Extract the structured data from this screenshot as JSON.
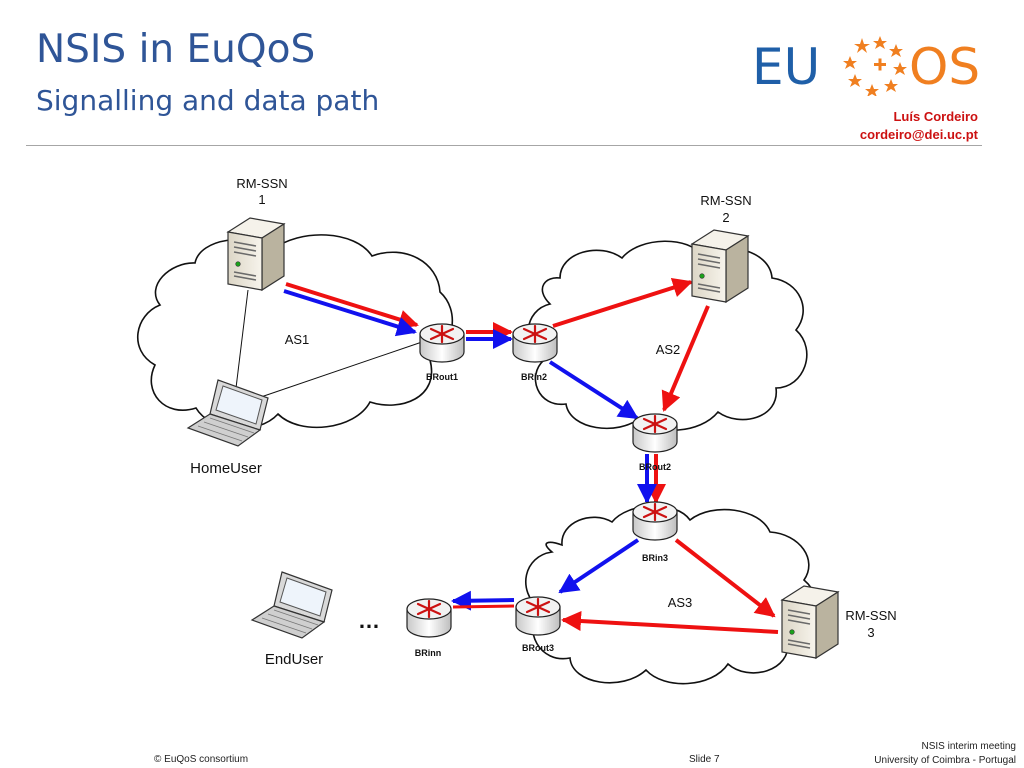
{
  "slide": {
    "title": "NSIS in EuQoS",
    "subtitle": "Signalling and data path",
    "logo_text_left": "EU",
    "logo_text_right": "OS",
    "author_name": "Luís Cordeiro",
    "author_email": "cordeiro@dei.uc.pt"
  },
  "diagram": {
    "nodes": {
      "rmssn1": {
        "line1": "RM-SSN",
        "line2": "1",
        "icon": "server-icon"
      },
      "rmssn2": {
        "line1": "RM-SSN",
        "line2": "2",
        "icon": "server-icon"
      },
      "rmssn3": {
        "line1": "RM-SSN",
        "line2": "3",
        "icon": "server-icon"
      },
      "homeuser": {
        "label": "HomeUser",
        "icon": "laptop-icon"
      },
      "enduser": {
        "label": "EndUser",
        "icon": "laptop-icon"
      },
      "brout1": {
        "label": "BRout1",
        "icon": "router-icon"
      },
      "brin2": {
        "label": "BRin2",
        "icon": "router-icon"
      },
      "brout2": {
        "label": "BRout2",
        "icon": "router-icon"
      },
      "brin3": {
        "label": "BRin3",
        "icon": "router-icon"
      },
      "brout3": {
        "label": "BRout3",
        "icon": "router-icon"
      },
      "brinn": {
        "label": "BRinn",
        "icon": "router-icon"
      }
    },
    "domains": {
      "as1": "AS1",
      "as2": "AS2",
      "as3": "AS3"
    },
    "ellipsis": "…",
    "colors": {
      "signalling": "#ee1111",
      "data": "#1111ee"
    }
  },
  "footer": {
    "copyright": "© EuQoS consortium",
    "slide": "Slide 7",
    "meeting": "NSIS interim meeting",
    "venue": "University of Coimbra - Portugal"
  }
}
